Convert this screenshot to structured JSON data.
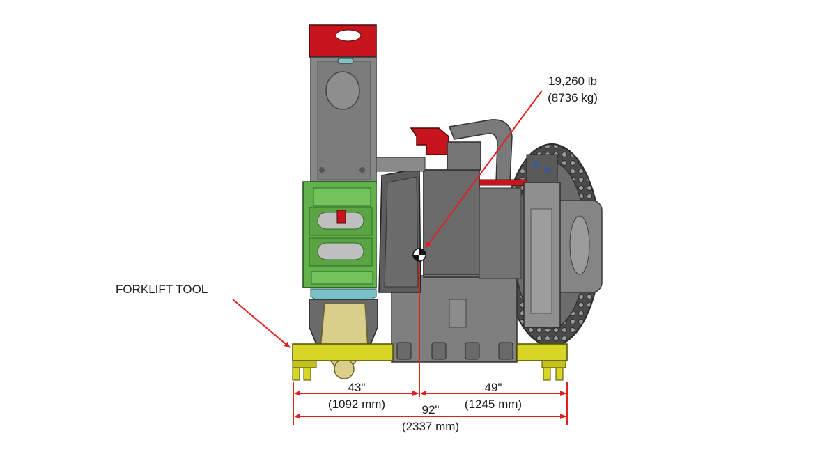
{
  "labels": {
    "weight_lb": "19,260 lb",
    "weight_kg": "(8736 kg)",
    "forklift_tool": "FORKLIFT TOOL",
    "dim_left_in": "43\"",
    "dim_left_mm": "(1092 mm)",
    "dim_right_in": "49\"",
    "dim_right_mm": "(1245 mm)",
    "dim_total_in": "92\"",
    "dim_total_mm": "(2337 mm)"
  },
  "colors": {
    "machine_gray": "#7d7d7d",
    "machine_dark": "#5e5e5e",
    "accent_red": "#c8141c",
    "annotation_red": "#e0211f",
    "forklift_yellow": "#d8d624",
    "guard_green": "#62b24c",
    "gear_tan": "#d9cf8a"
  },
  "icons": [
    "center-of-gravity-icon"
  ]
}
